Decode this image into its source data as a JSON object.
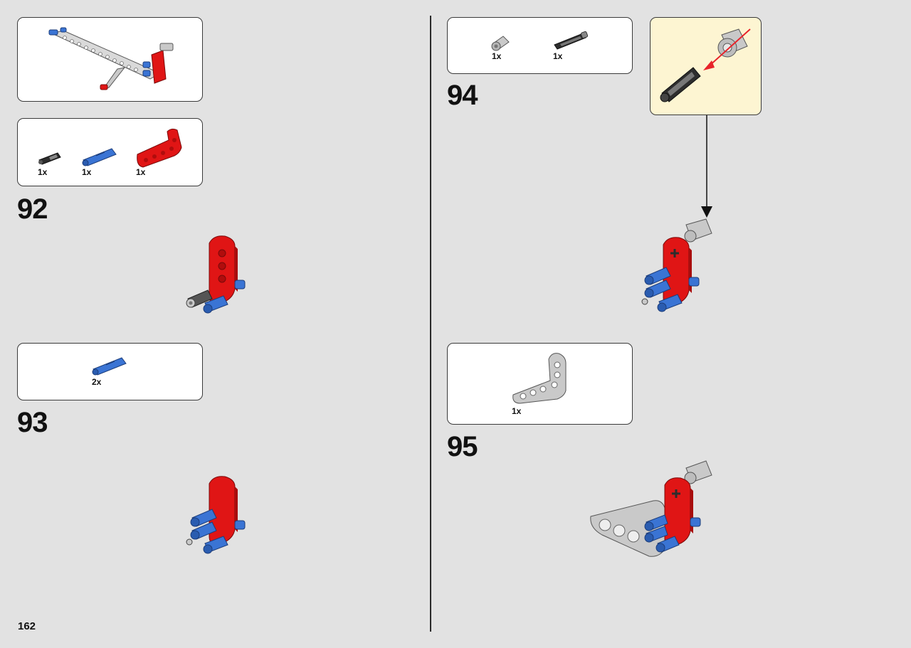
{
  "page": {
    "number": "162"
  },
  "steps": [
    {
      "number": "92",
      "parts": [
        {
          "qty": "1x",
          "icon": "black-axle-pin-icon"
        },
        {
          "qty": "1x",
          "icon": "blue-axle-pin-icon"
        },
        {
          "qty": "1x",
          "icon": "red-l-beam-icon"
        }
      ]
    },
    {
      "number": "93",
      "parts": [
        {
          "qty": "2x",
          "icon": "blue-axle-pin-icon"
        }
      ]
    },
    {
      "number": "94",
      "parts": [
        {
          "qty": "1x",
          "icon": "grey-bush-icon"
        },
        {
          "qty": "1x",
          "icon": "black-axle-icon"
        }
      ]
    },
    {
      "number": "95",
      "parts": [
        {
          "qty": "1x",
          "icon": "grey-l-beam-icon"
        }
      ]
    }
  ],
  "colors": {
    "background": "#e2e2e2",
    "panel": "#ffffff",
    "callout": "#fdf5d2",
    "red": "#e01515",
    "blue": "#3a74d4",
    "grey": "#c9c9c9",
    "black": "#2d2d2d",
    "arrow_red": "#e8232a"
  }
}
